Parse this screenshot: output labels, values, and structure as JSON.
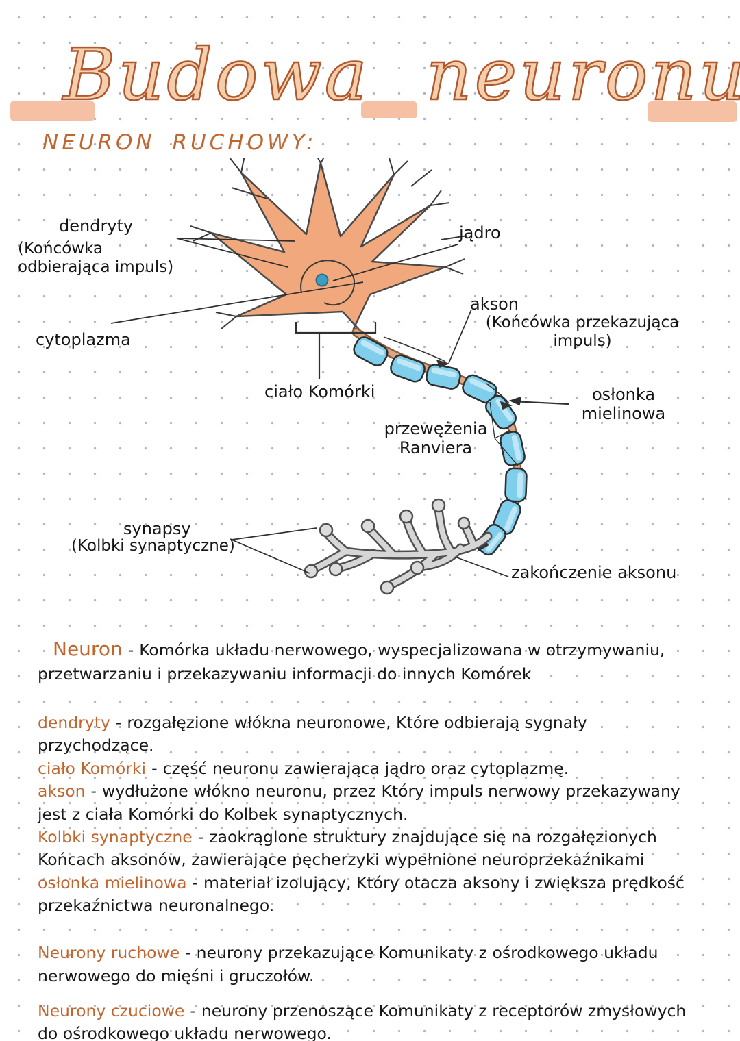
{
  "colors": {
    "accent": "#c1662f",
    "highlight": "#f5c0a3",
    "ink": "#1a1a1a",
    "soma": "#f0a87c",
    "myelin": "#7fceec",
    "nucleus": "#3f9dbf",
    "terminal": "#d6d6d6"
  },
  "header": {
    "title_word1": "Budowa",
    "title_word2": "neuronu",
    "subtitle": "NEURON RUCHOWY:"
  },
  "diagram": {
    "labels": {
      "dendryty": {
        "title": "dendryty",
        "sub": "(Końcówka\nodbierająca impuls)"
      },
      "cytoplazma": {
        "title": "cytoplazma"
      },
      "jadro": {
        "title": "jądro"
      },
      "akson": {
        "title": "akson",
        "sub": "(Końcówka przekazująca\nimpuls)"
      },
      "cialo_komorki": {
        "title": "ciało Komórki"
      },
      "przewezenia": {
        "title": "przewężenia\nRanviera"
      },
      "oslonka": {
        "title": "osłonka\nmielinowa"
      },
      "synapsy": {
        "title": "synapsy",
        "sub": "(Kolbki synaptyczne)"
      },
      "zakonczenie": {
        "title": "zakończenie aksonu"
      }
    }
  },
  "separator": "-",
  "definitions": [
    {
      "term": "Neuron",
      "text": "Komórka układu nerwowego, wyspecjalizowana w otrzymywaniu, przetwarzaniu i przekazywaniu informacji do innych Komórek"
    },
    {
      "term": "dendryty",
      "text": "rozgałęzione włókna neuronowe, Które odbierają sygnały przychodzące."
    },
    {
      "term": "ciało Komórki",
      "text": "część neuronu zawierająca jądro oraz cytoplazmę."
    },
    {
      "term": "akson",
      "text": "wydłużone włókno neuronu, przez Który impuls nerwowy przekazywany jest z ciała Komórki do Kolbek synaptycznych."
    },
    {
      "term": "Kolbki synaptyczne",
      "text": "zaokrąglone struktury znajdujące się na rozgałęzionych Końcach aksonów, zawierające pęcherzyki wypełnione neuroprzekaźnikami"
    },
    {
      "term": "osłonka mielinowa",
      "text": "materiał izolujący, Który otacza aksony i zwiększa prędkość przekaźnictwa neuronalnego."
    },
    {
      "term": "Neurony ruchowe",
      "text": "neurony przekazujące Komunikaty z ośrodkowego układu nerwowego do mięśni i gruczołów."
    },
    {
      "term": "Neurony czuciowe",
      "text": "neurony przenoszące Komunikaty z receptorów zmysłowych do ośrodkowego układu nerwowego."
    }
  ]
}
